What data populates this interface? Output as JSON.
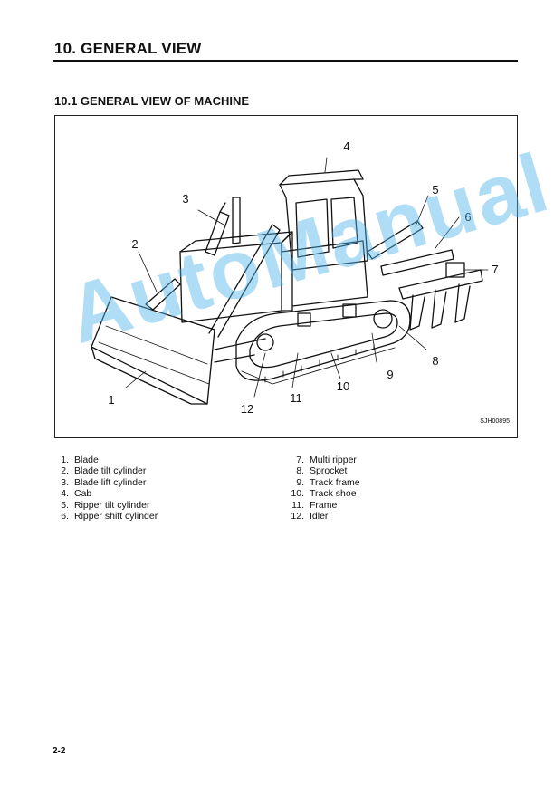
{
  "page_title": "10. GENERAL VIEW",
  "section_title": "10.1 GENERAL VIEW OF MACHINE",
  "figure": {
    "code": "SJH00895",
    "callouts": [
      "1",
      "2",
      "3",
      "4",
      "5",
      "6",
      "7",
      "8",
      "9",
      "10",
      "11",
      "12"
    ]
  },
  "legend_left": [
    {
      "num": "1.",
      "label": "Blade"
    },
    {
      "num": "2.",
      "label": "Blade tilt cylinder"
    },
    {
      "num": "3.",
      "label": "Blade lift cylinder"
    },
    {
      "num": "4.",
      "label": "Cab"
    },
    {
      "num": "5.",
      "label": "Ripper tilt cylinder"
    },
    {
      "num": "6.",
      "label": "Ripper shift cylinder"
    }
  ],
  "legend_right": [
    {
      "num": "7.",
      "label": "Multi ripper"
    },
    {
      "num": "8.",
      "label": "Sprocket"
    },
    {
      "num": "9.",
      "label": "Track frame"
    },
    {
      "num": "10.",
      "label": "Track shoe"
    },
    {
      "num": "11.",
      "label": "Frame"
    },
    {
      "num": "12.",
      "label": "Idler"
    }
  ],
  "watermark": "AutoManual",
  "page_number": "2-2"
}
